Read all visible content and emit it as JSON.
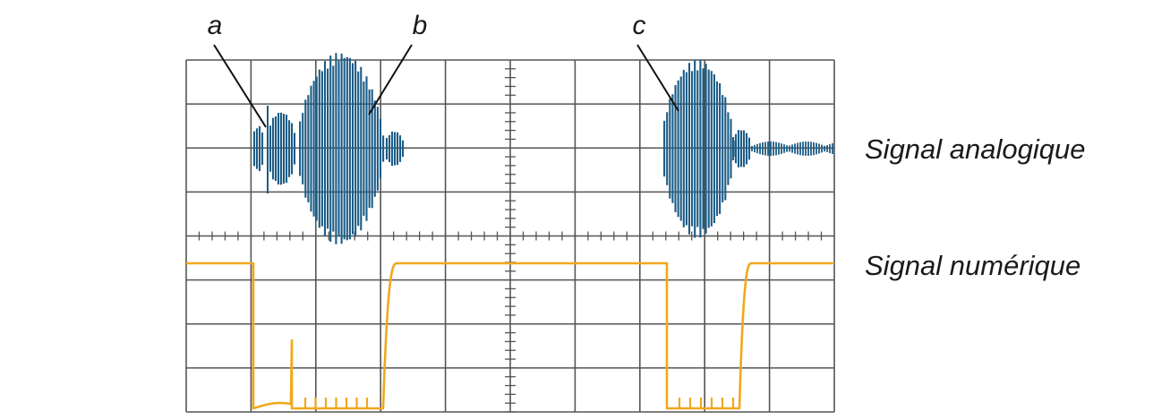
{
  "figure": {
    "markers": [
      {
        "id": "a",
        "text": "a"
      },
      {
        "id": "b",
        "text": "b"
      },
      {
        "id": "c",
        "text": "c"
      }
    ],
    "trace_labels": {
      "analog": "Signal analogique",
      "digital": "Signal numérique"
    },
    "colors": {
      "grid": "#555555",
      "analog_trace": "#1b5c86",
      "digital_trace": "#f0a81c",
      "text": "#1a1a1a",
      "background": "#ffffff"
    },
    "grid": {
      "columns": 10,
      "rows": 8
    }
  }
}
